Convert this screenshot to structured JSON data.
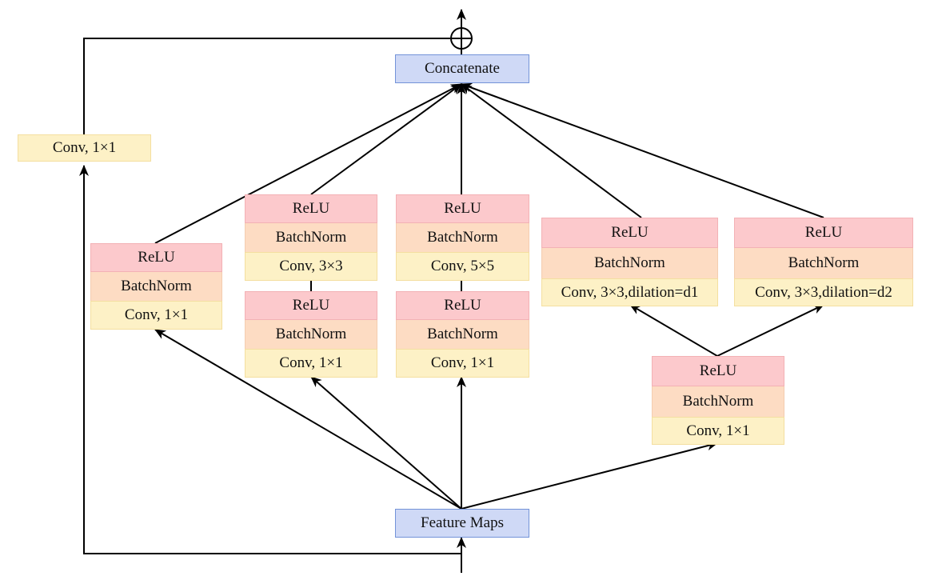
{
  "nodes": {
    "concatenate": "Concatenate",
    "feature_maps": "Feature Maps",
    "skip_conv": "Conv, 1×1",
    "add_symbol": "⊕"
  },
  "branch1": {
    "relu": "ReLU",
    "bn": "BatchNorm",
    "conv": "Conv, 1×1"
  },
  "branch2_top": {
    "relu": "ReLU",
    "bn": "BatchNorm",
    "conv": "Conv, 3×3"
  },
  "branch2_bottom": {
    "relu": "ReLU",
    "bn": "BatchNorm",
    "conv": "Conv, 1×1"
  },
  "branch3_top": {
    "relu": "ReLU",
    "bn": "BatchNorm",
    "conv": "Conv, 5×5"
  },
  "branch3_bottom": {
    "relu": "ReLU",
    "bn": "BatchNorm",
    "conv": "Conv, 1×1"
  },
  "branch4": {
    "relu": "ReLU",
    "bn": "BatchNorm",
    "conv": "Conv, 3×3,dilation=d1"
  },
  "branch5": {
    "relu": "ReLU",
    "bn": "BatchNorm",
    "conv": "Conv,  3×3,dilation=d2"
  },
  "dilated_shared": {
    "relu": "ReLU",
    "bn": "BatchNorm",
    "conv": "Conv, 1×1"
  },
  "colors": {
    "relu": "#fcc9cc",
    "batchnorm": "#fddcc3",
    "conv": "#fdf1c6",
    "io_block": "#cfd9f6",
    "io_border": "#7393d8",
    "line": "#000000"
  }
}
